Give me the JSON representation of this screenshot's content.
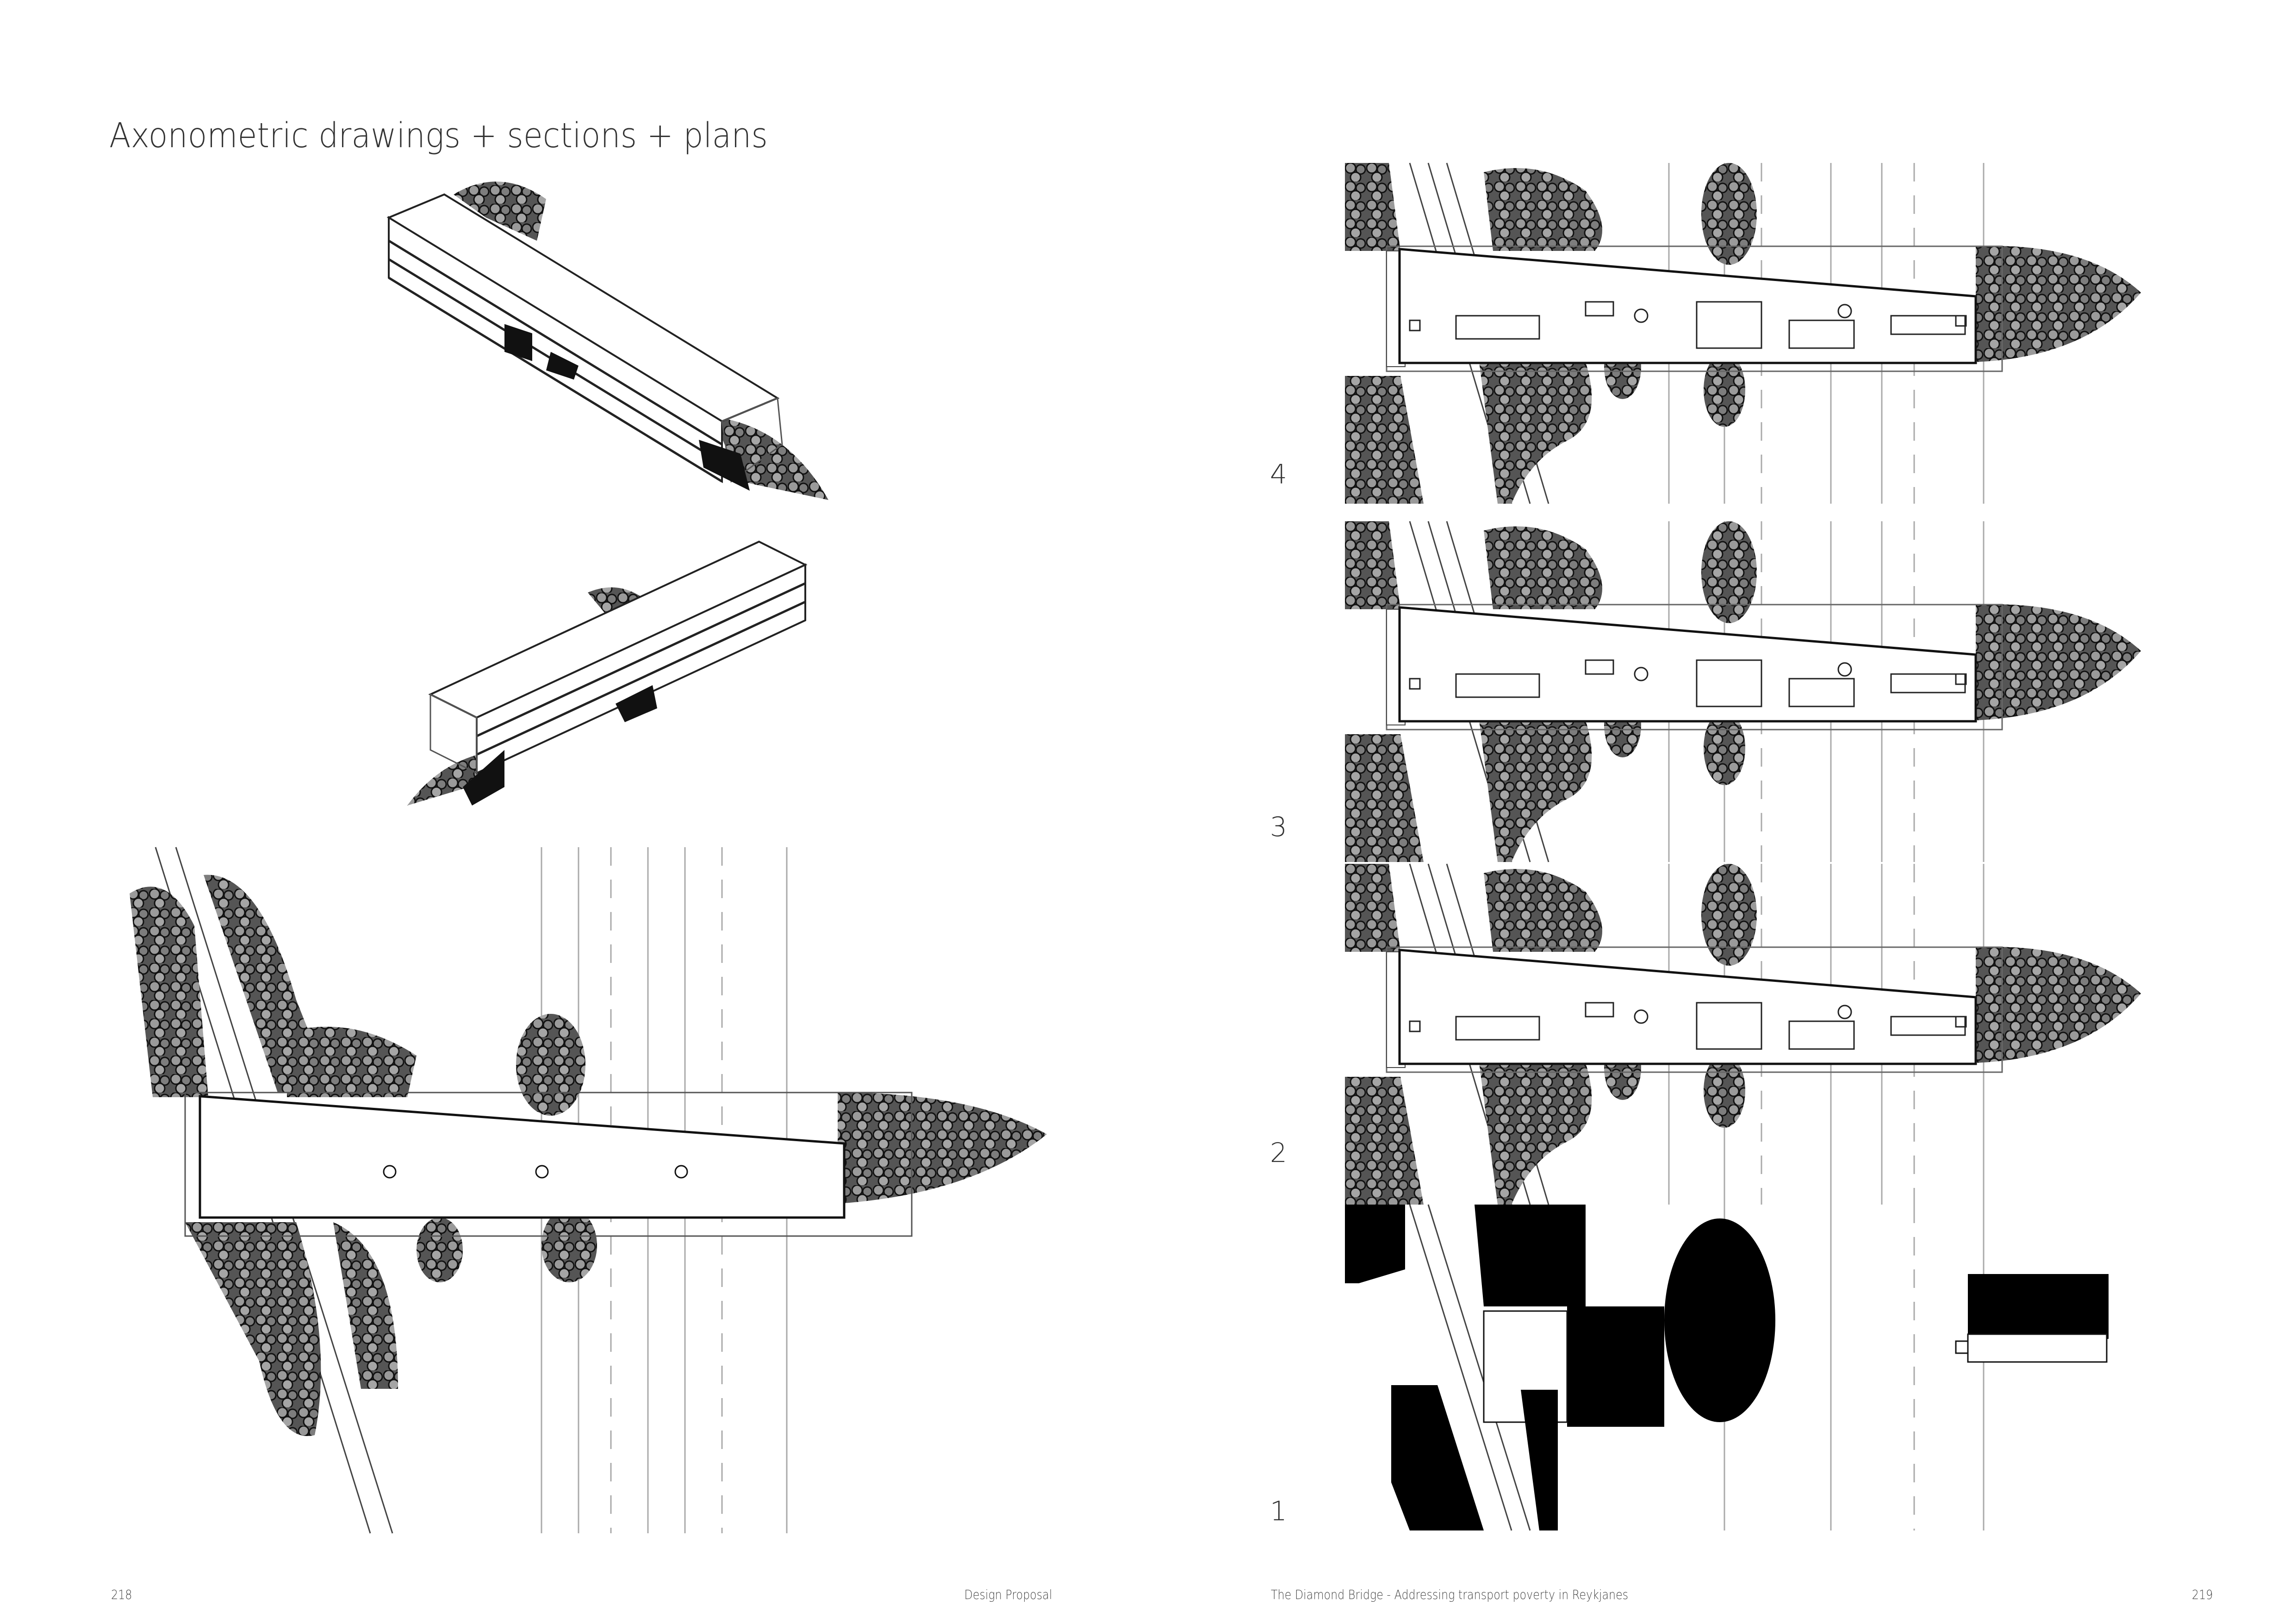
{
  "page": {
    "title": "Axonometric drawings + sections + plans",
    "left_page_number": "218",
    "left_footer": "Design Proposal",
    "right_footer": "The Diamond Bridge - Addressing transport poverty in Reykjanes",
    "right_page_number": "219"
  },
  "plans": [
    {
      "floor_label": "4"
    },
    {
      "floor_label": "3"
    },
    {
      "floor_label": "2"
    },
    {
      "floor_label": "1"
    }
  ],
  "colors": {
    "ink": "#111111",
    "tree_fill": "#8a8a8a",
    "line": "#9a9a9a"
  }
}
